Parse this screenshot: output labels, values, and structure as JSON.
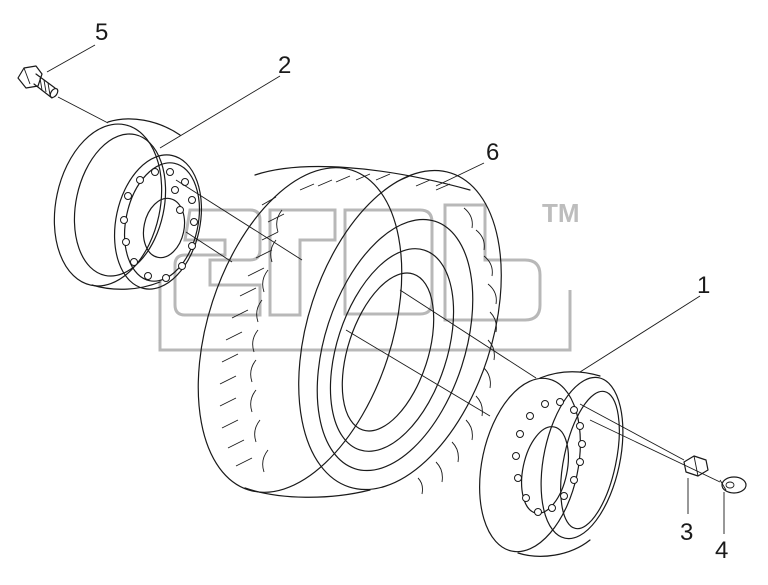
{
  "diagram": {
    "callouts": [
      {
        "id": "1",
        "label": "1"
      },
      {
        "id": "2",
        "label": "2"
      },
      {
        "id": "3",
        "label": "3"
      },
      {
        "id": "4",
        "label": "4"
      },
      {
        "id": "5",
        "label": "5"
      },
      {
        "id": "6",
        "label": "6"
      }
    ],
    "watermark": {
      "mark": "TM"
    },
    "colors": {
      "line": "#1a1a1a",
      "watermark": "#b8b8b8",
      "background": "#ffffff"
    }
  }
}
